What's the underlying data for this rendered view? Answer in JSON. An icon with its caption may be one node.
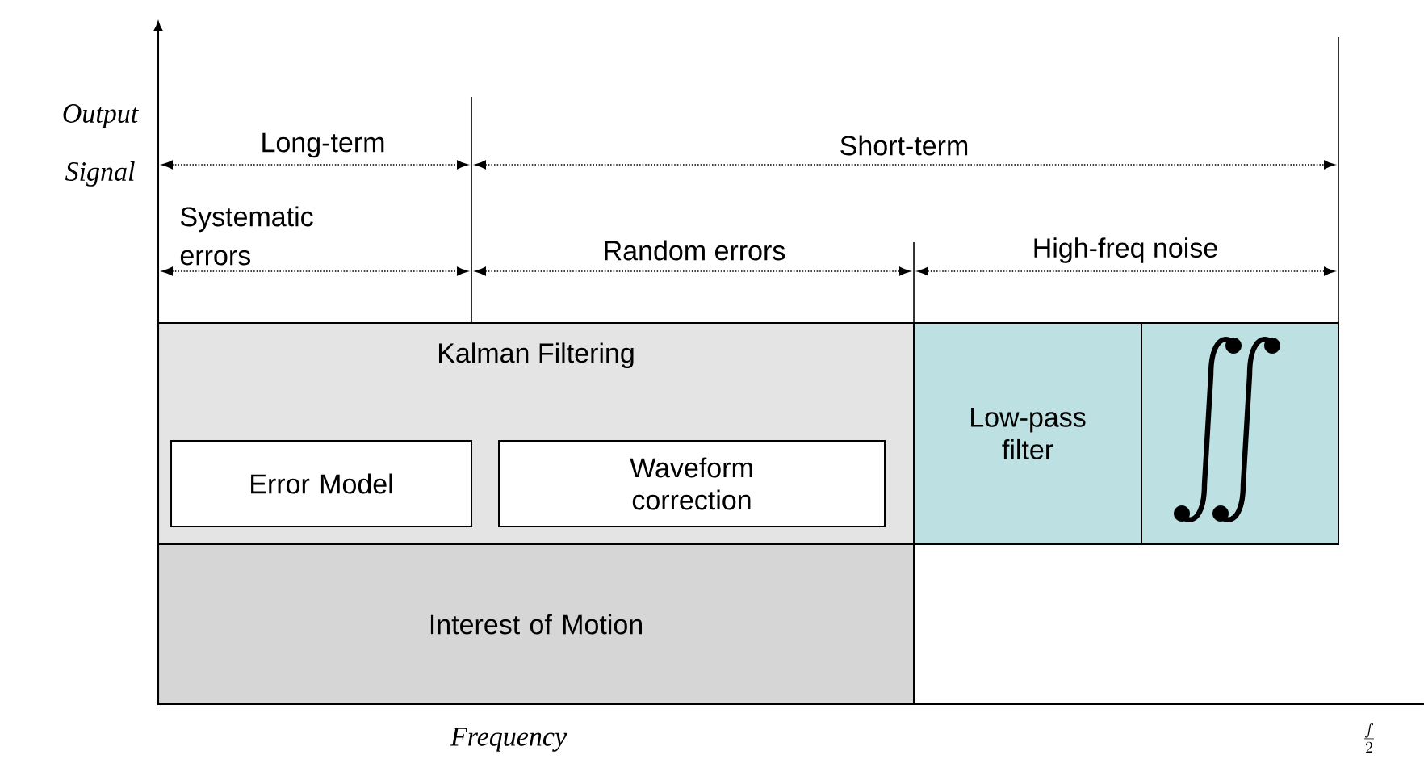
{
  "diagram": {
    "nodes": [
      {
        "text": [
          "Kalman Filtering"
        ]
      },
      {
        "text": [
          "Error Model"
        ],
        "in": 0
      },
      {
        "text": [
          "Waveform correction"
        ],
        "in": 0
      },
      {
        "text": [
          "Interest of Motion"
        ]
      },
      {
        "text": [
          "Low-pass filter"
        ]
      },
      {
        "text": [],
        "shape": "box"
      }
    ],
    "labels": [
      "Output Signal",
      "Long-term",
      "Short-term",
      "Systematic errors",
      "Random errors",
      "High-freq noise",
      "Frequency",
      "\\frac{f}{2}"
    ]
  }
}
